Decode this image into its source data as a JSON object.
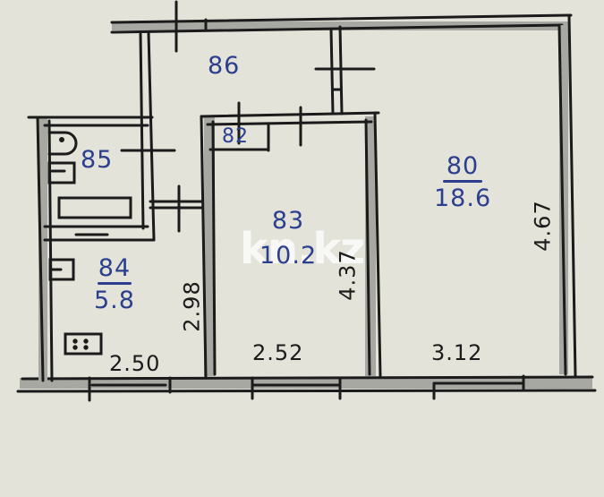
{
  "floor_plan": {
    "type": "apartment floor plan (hand-annotated)",
    "rooms": [
      {
        "id": "80",
        "number": "80",
        "area": "18.6"
      },
      {
        "id": "82",
        "number": "82",
        "area": ""
      },
      {
        "id": "83",
        "number": "83",
        "area": "10.2"
      },
      {
        "id": "84",
        "number": "84",
        "area": "5.8"
      },
      {
        "id": "85",
        "number": "85",
        "area": ""
      },
      {
        "id": "86",
        "number": "86",
        "area": ""
      }
    ],
    "dimensions": {
      "room84_width": "2.50",
      "room84_length": "2.98",
      "room83_width": "2.52",
      "room83_length": "4.37",
      "room80_width": "3.12",
      "room80_length": "4.67"
    },
    "watermark": "kn.kz",
    "colors": {
      "paper": "#e3e3d9",
      "wall_line": "#1b1b1b",
      "wall_fill": "#9a9a94",
      "room_ink": "#2b3f8e",
      "dimension_ink": "#1b1b1b"
    }
  }
}
